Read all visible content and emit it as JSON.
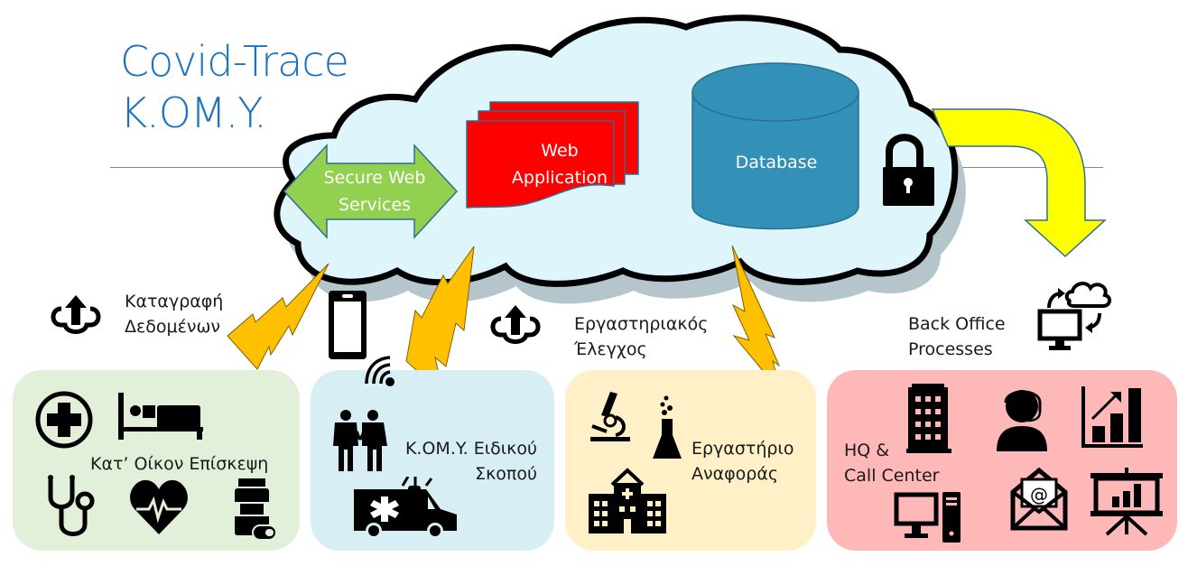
{
  "title": {
    "line1": "Covid-Trace",
    "line2": "K.OM.Y."
  },
  "colors": {
    "title": "#1a72c0",
    "cloud_fill": "#def5fb",
    "cloud_shadow": "#b4c6cc",
    "web_services": "#92d050",
    "web_app": "#ff0000",
    "database": "#3390b7",
    "bolt": "#ffc000",
    "flow_arrow": "#ffff00",
    "panel_home_visit": "#e2f0d9",
    "panel_komy": "#d6eef4",
    "panel_lab": "#fff0c8",
    "panel_hq": "#ffb8b8"
  },
  "cloud": {
    "web_services": {
      "line1": "Secure Web",
      "line2": "Services"
    },
    "web_app": {
      "line1": "Web",
      "line2": "Application"
    },
    "database": {
      "label": "Database"
    },
    "lock_icon": "lock-icon"
  },
  "annotations": {
    "data_capture": {
      "line1": "Καταγραφή",
      "line2": "Δεδομένων"
    },
    "lab_test": {
      "line1": "Εργαστηριακός",
      "line2": "Έλεγχος"
    },
    "back_office": {
      "line1": "Back Office",
      "line2": "Processes"
    }
  },
  "panels": {
    "home_visit": {
      "label": "Κατ’ Οίκον Επίσκεψη",
      "icons": [
        "medical-cross-icon",
        "patient-bed-icon",
        "stethoscope-icon",
        "heartbeat-icon",
        "medicine-bottle-icon"
      ]
    },
    "komy": {
      "line1": "K.OM.Y. Ειδικού",
      "line2": "Σκοπού",
      "icons": [
        "people-icon",
        "ambulance-icon",
        "wifi-signal-icon",
        "smartphone-icon"
      ]
    },
    "lab": {
      "line1": "Εργαστήριο",
      "line2": "Αναφοράς",
      "icons": [
        "microscope-icon",
        "flask-icon",
        "hospital-icon"
      ]
    },
    "hq": {
      "line1": "HQ &",
      "line2": "Call Center",
      "icons": [
        "office-building-icon",
        "call-center-agent-icon",
        "growth-chart-icon",
        "email-icon",
        "presentation-icon",
        "desktop-computer-icon"
      ]
    }
  }
}
